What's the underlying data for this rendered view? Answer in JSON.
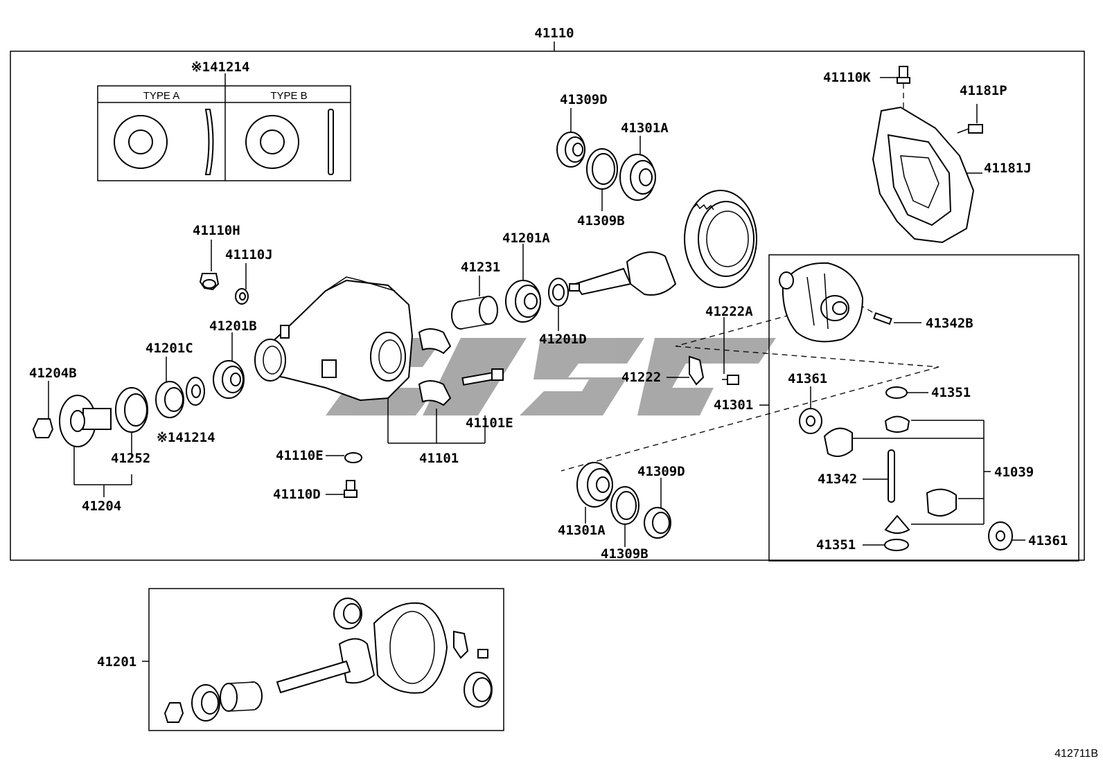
{
  "diagram": {
    "figure_code": "412711B",
    "watermark_color": "#9a9a9a",
    "type_box": {
      "type_a_label": "TYPE A",
      "type_b_label": "TYPE B"
    },
    "labels": {
      "41110": "41110",
      "41214_top": "※141214",
      "41214_mid": "※141214",
      "41309D_top": "41309D",
      "41301A_top": "41301A",
      "41309B_top": "41309B",
      "41110K": "41110K",
      "41181P": "41181P",
      "41181J": "41181J",
      "41110H": "41110H",
      "41110J": "41110J",
      "41201A": "41201A",
      "41231": "41231",
      "41201B": "41201B",
      "41201C": "41201C",
      "41201D": "41201D",
      "41222A": "41222A",
      "41342B": "41342B",
      "41204B": "41204B",
      "41222": "41222",
      "41361_top": "41361",
      "41351_top": "41351",
      "41301": "41301",
      "41101E": "41101E",
      "41252": "41252",
      "41110E": "41110E",
      "41101": "41101",
      "41039": "41039",
      "41342": "41342",
      "41309D_bot": "41309D",
      "41204": "41204",
      "41110D": "41110D",
      "41301A_bot": "41301A",
      "41351_bot": "41351",
      "41361_bot": "41361",
      "41309B_bot": "41309B",
      "41201": "41201"
    }
  }
}
